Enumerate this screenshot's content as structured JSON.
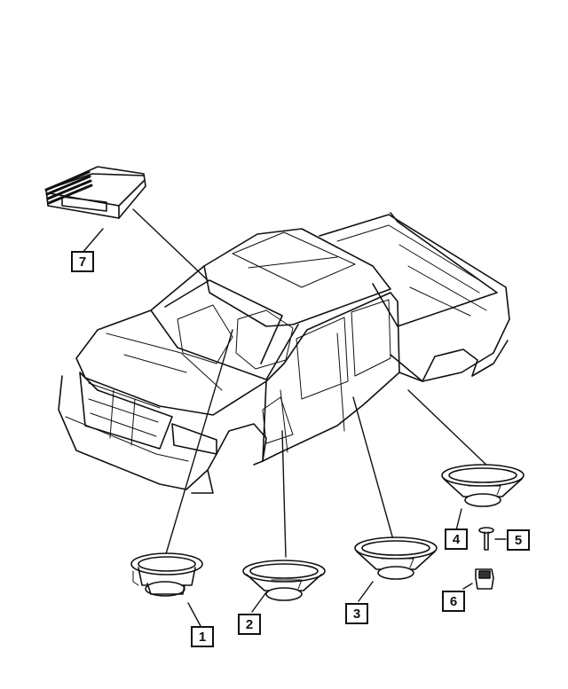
{
  "callouts": {
    "c1": "1",
    "c2": "2",
    "c3": "3",
    "c4": "4",
    "c5": "5",
    "c6": "6",
    "c7": "7"
  },
  "colors": {
    "ink": "#111111",
    "paper": "#ffffff"
  }
}
